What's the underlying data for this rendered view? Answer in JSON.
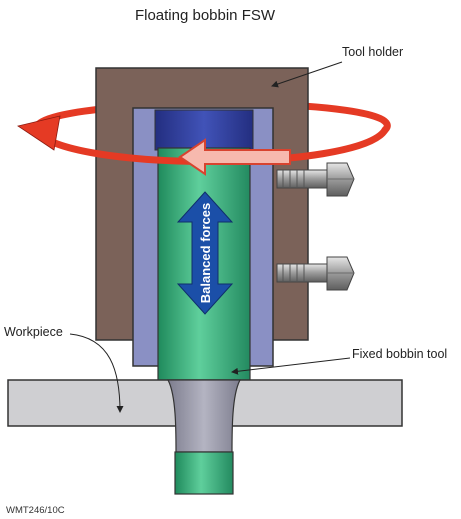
{
  "diagram": {
    "title": "Floating bobbin FSW",
    "labels": {
      "tool_holder": "Tool holder",
      "workpiece": "Workpiece",
      "fixed_bobbin_tool": "Fixed bobbin tool",
      "balanced_forces": "Balanced forces"
    },
    "figure_code": "WMT246/10C"
  },
  "colors": {
    "tool_holder": "#7b6259",
    "inner_frame": "#8a90c4",
    "bobbin_cap": "#2c3a93",
    "tool_shaft": "#3fae7d",
    "rotation_arrow": "#e53a24",
    "force_arrow": "#1b4fa8",
    "workpiece": "#cfcfd2",
    "shoulder": "#9a9aa8"
  }
}
